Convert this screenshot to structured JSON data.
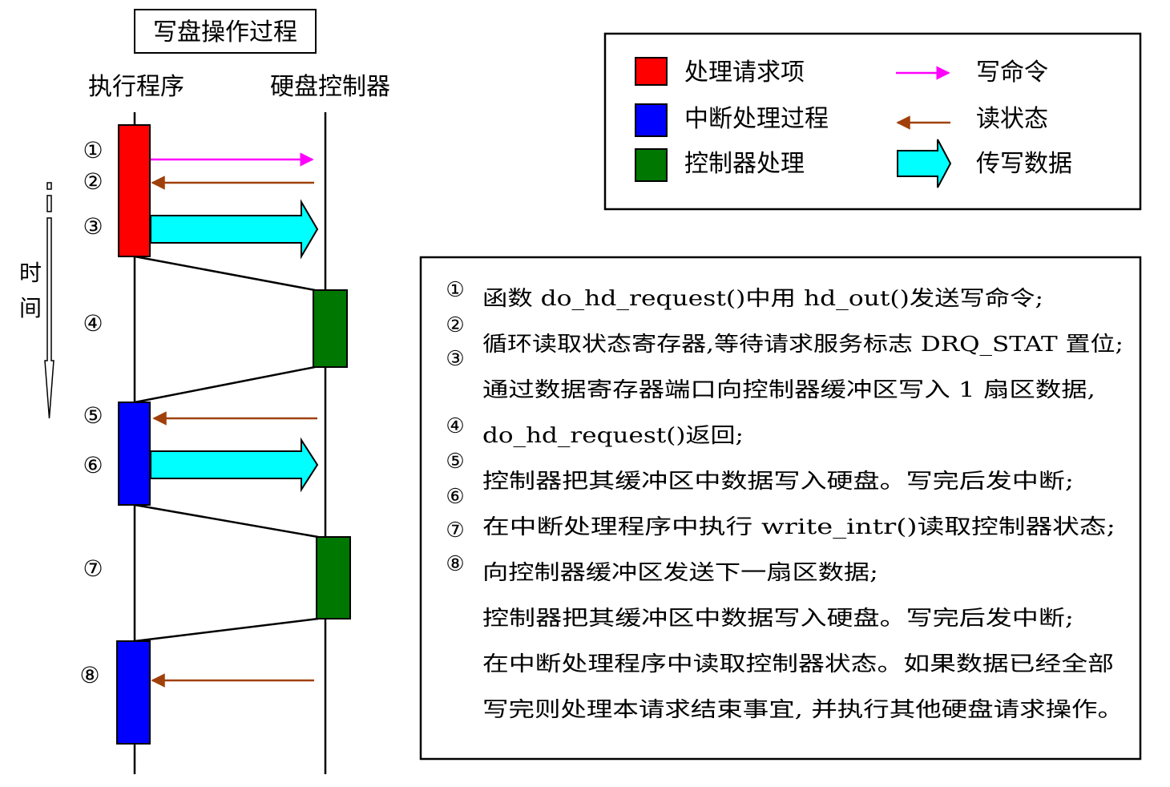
{
  "title": "写盘操作过程",
  "columns": {
    "left": "执行程序",
    "right": "硬盘控制器"
  },
  "time_label": [
    "时",
    "间"
  ],
  "colors": {
    "request": "#ff0000",
    "interrupt": "#0000ff",
    "controller": "#007700",
    "write_cmd": "#ff00ff",
    "read_status": "#a0400a",
    "data": "#00ffff"
  },
  "steps": [
    "①",
    "②",
    "③",
    "④",
    "⑤",
    "⑥",
    "⑦",
    "⑧"
  ],
  "legend": {
    "request": "处理请求项",
    "interrupt": "中断处理过程",
    "controller": "控制器处理",
    "write_cmd": "写命令",
    "read_status": "读状态",
    "transfer": "传写数据"
  },
  "notes": {
    "marker_lines": [
      "①",
      "②",
      "③",
      "④",
      "⑤",
      "⑥",
      "⑦",
      "⑧"
    ],
    "lines": [
      "函数 do_hd_request()中用 hd_out()发送写命令;",
      "循环读取状态寄存器,等待请求服务标志 DRQ_STAT 置位;",
      "通过数据寄存器端口向控制器缓冲区写入 1 扇区数据,",
      "do_hd_request()返回;",
      "控制器把其缓冲区中数据写入硬盘。写完后发中断;",
      "在中断处理程序中执行 write_intr()读取控制器状态;",
      "向控制器缓冲区发送下一扇区数据;",
      "控制器把其缓冲区中数据写入硬盘。写完后发中断;",
      "在中断处理程序中读取控制器状态。如果数据已经全部",
      "写完则处理本请求结束事宜, 并执行其他硬盘请求操作。"
    ]
  }
}
